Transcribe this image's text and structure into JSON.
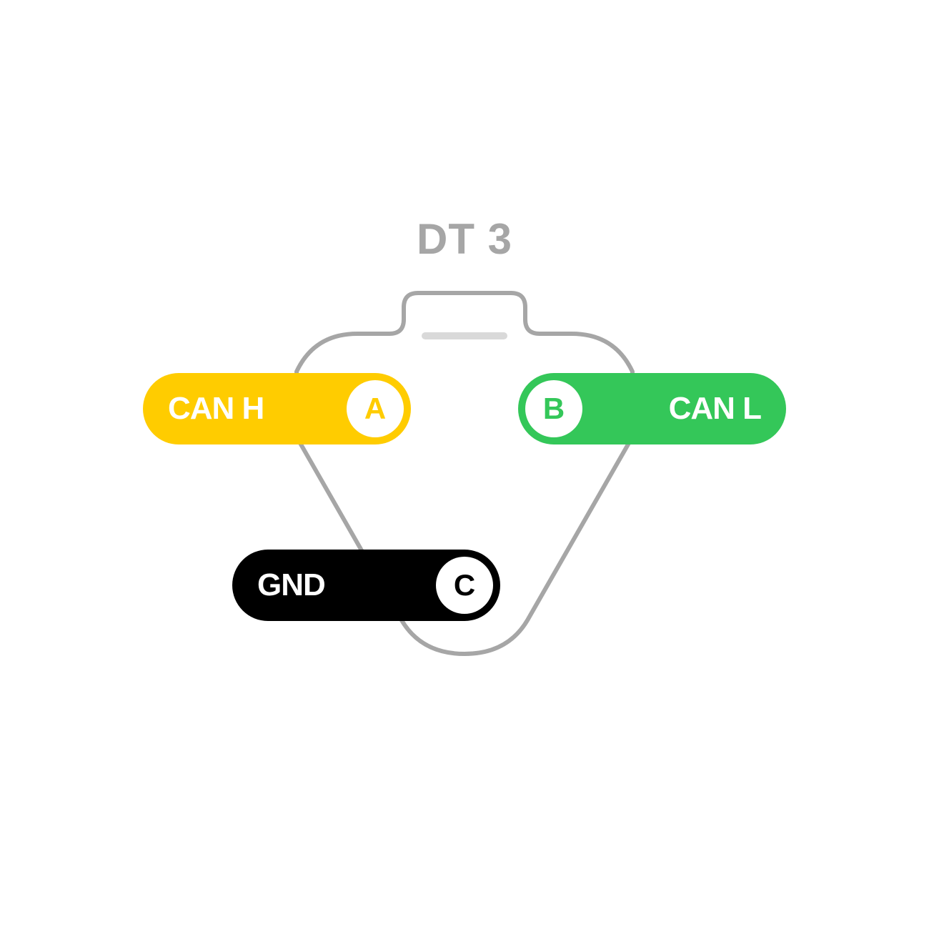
{
  "title": "DT 3",
  "colors": {
    "outline": "#a6a6a6",
    "key": "#d9d9d9",
    "can_h": "#ffcc00",
    "can_l": "#34c759",
    "gnd": "#000000",
    "text": "#ffffff"
  },
  "pins": [
    {
      "pin": "A",
      "label": "CAN H",
      "color": "#ffcc00"
    },
    {
      "pin": "B",
      "label": "CAN L",
      "color": "#34c759"
    },
    {
      "pin": "C",
      "label": "GND",
      "color": "#000000"
    }
  ]
}
